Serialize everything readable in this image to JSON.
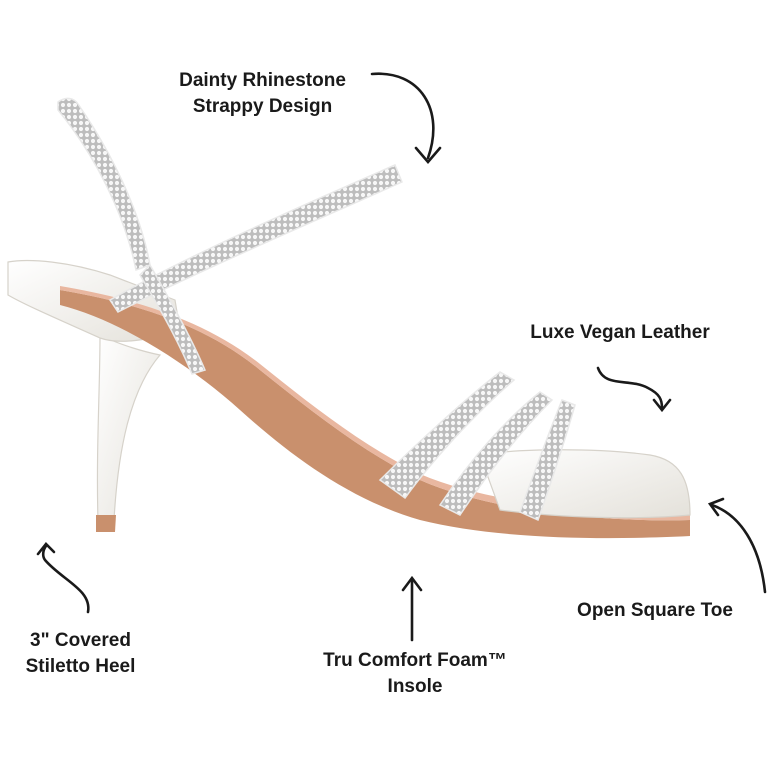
{
  "callouts": {
    "rhinestone": {
      "line1": "Dainty Rhinestone",
      "line2": "Strappy Design"
    },
    "leather": {
      "line1": "Luxe Vegan Leather"
    },
    "heel": {
      "line1": "3\" Covered",
      "line2": "Stiletto Heel"
    },
    "foam": {
      "line1": "Tru Comfort Foam™",
      "line2": "Insole"
    },
    "toe": {
      "line1": "Open Square Toe"
    }
  },
  "colors": {
    "shoe_body": "#f3f1ec",
    "shoe_shadow": "#dcd8d0",
    "insole": "#e9b7a0",
    "sole": "#c9906d",
    "rhinestone": "#cfcfcf",
    "text": "#1a1a1a"
  }
}
